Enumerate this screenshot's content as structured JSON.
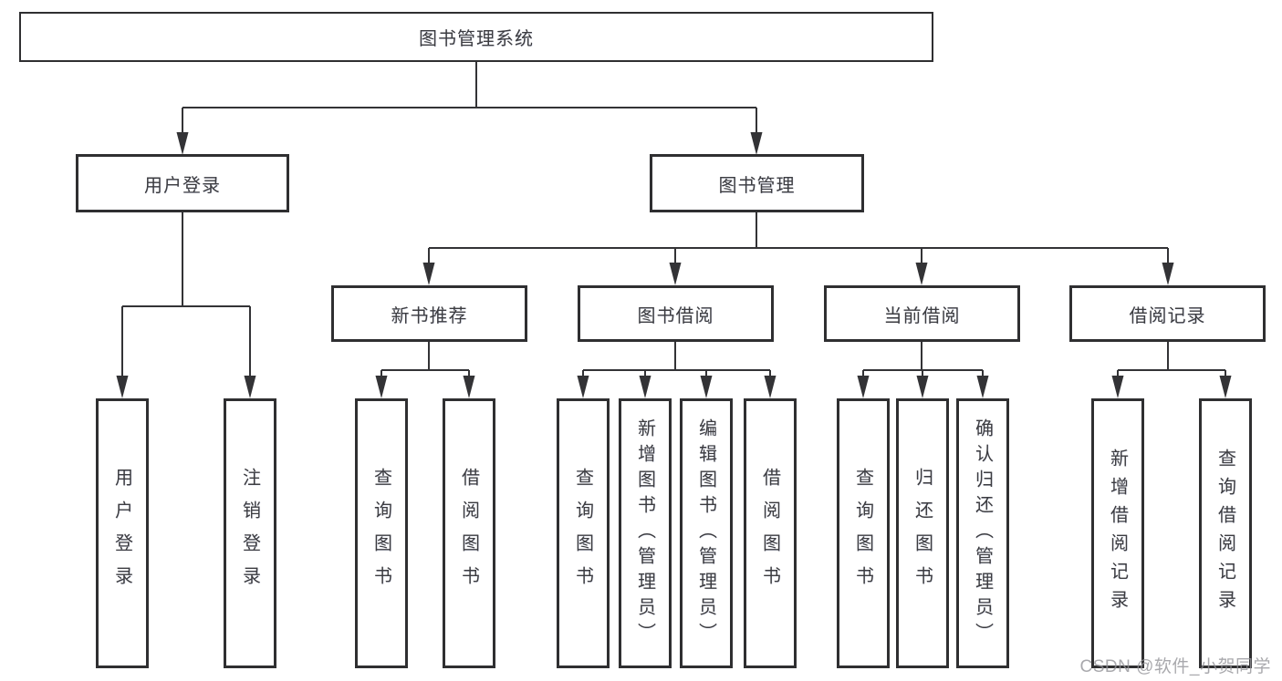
{
  "title": "图书管理系统",
  "colors": {
    "background": "#ffffff",
    "box_border": "#2f2f31",
    "line": "#333336",
    "text": "#3c3c40",
    "watermark": "#949499"
  },
  "tree": {
    "root": {
      "label": "图书管理系统"
    },
    "branches": [
      {
        "label": "用户登录",
        "children": [
          {
            "label": "用户登录"
          },
          {
            "label": "注销登录"
          }
        ]
      },
      {
        "label": "图书管理",
        "groups": [
          {
            "label": "新书推荐",
            "children": [
              {
                "label": "查询图书"
              },
              {
                "label": "借阅图书"
              }
            ]
          },
          {
            "label": "图书借阅",
            "children": [
              {
                "label": "查询图书"
              },
              {
                "label": "新增图书（管理员）"
              },
              {
                "label": "编辑图书（管理员）"
              },
              {
                "label": "借阅图书"
              }
            ]
          },
          {
            "label": "当前借阅",
            "children": [
              {
                "label": "查询图书"
              },
              {
                "label": "归还图书"
              },
              {
                "label": "确认归还（管理员）"
              }
            ]
          },
          {
            "label": "借阅记录",
            "children": [
              {
                "label": "新增借阅记录"
              },
              {
                "label": "查询借阅记录"
              }
            ]
          }
        ]
      }
    ]
  },
  "watermark": {
    "text": "CSDN @软件_小贺同学"
  }
}
